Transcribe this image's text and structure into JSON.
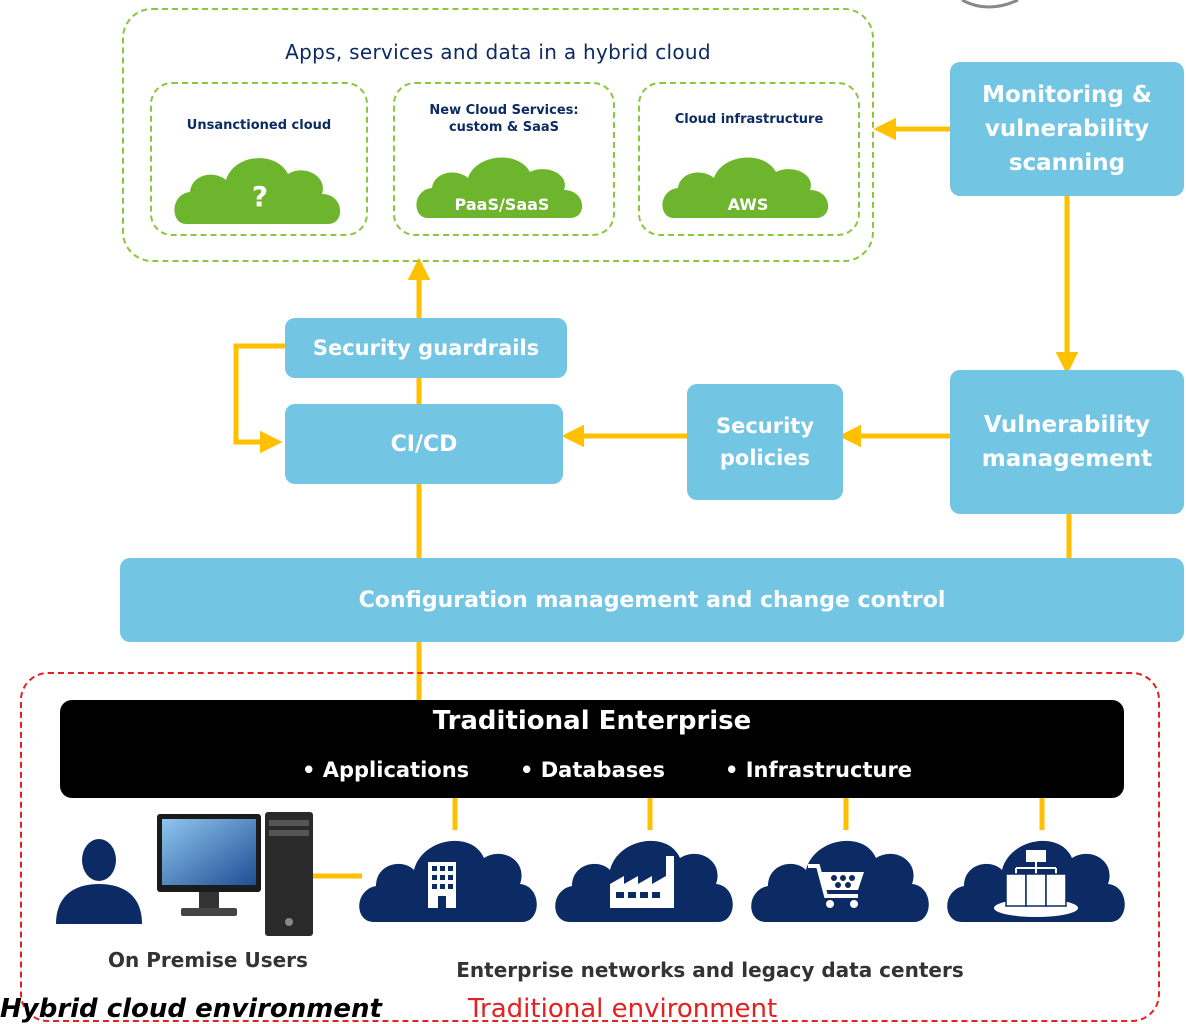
{
  "hybrid_cloud": {
    "title": "Apps, services and data in a hybrid cloud",
    "panels": [
      {
        "label": "Unsanctioned cloud",
        "cloud_text": "?"
      },
      {
        "label": "New Cloud Services: custom & SaaS",
        "cloud_text": "PaaS/SaaS"
      },
      {
        "label": "Cloud infrastructure",
        "cloud_text": "AWS"
      }
    ]
  },
  "boxes": {
    "monitoring": "Monitoring & vulnerability scanning",
    "guardrails": "Security guardrails",
    "cicd": "CI/CD",
    "policies": "Security policies",
    "vuln_mgmt": "Vulnerability management",
    "config": "Configuration management and change control"
  },
  "enterprise": {
    "title": "Traditional Enterprise",
    "bullets": [
      "Applications",
      "Databases",
      "Infrastructure"
    ],
    "users_label": "On Premise Users",
    "networks_label": "Enterprise networks and legacy data centers",
    "clouds": [
      "building-cloud-icon",
      "factory-cloud-icon",
      "cart-cloud-icon",
      "datacenter-cloud-icon"
    ]
  },
  "bottom_cut_text": {
    "left": "Hybrid cloud environment",
    "right": "Traditional environment"
  },
  "colors": {
    "box": "#73c5e4",
    "arrow": "#ffc000",
    "green_cloud": "#6cb52d",
    "green_dash": "#8cc63f",
    "red_dash": "#e52020",
    "navy": "#0c2a63",
    "enterprise_bar": "#000000"
  }
}
